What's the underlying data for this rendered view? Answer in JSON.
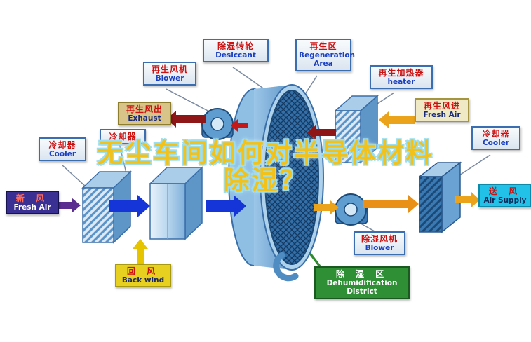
{
  "watermark": {
    "line1": "无尘车间如何对半导体材料",
    "line2": "除湿？"
  },
  "labels": {
    "desiccant": {
      "zh": "除湿转轮",
      "en": "Desiccant"
    },
    "regeneration_area": {
      "zh": "再生区",
      "en": "Regeneration Area"
    },
    "regen_blower": {
      "zh": "再生风机",
      "en": "Blower"
    },
    "regen_heater": {
      "zh": "再生加热器",
      "en": "heater"
    },
    "exhaust": {
      "zh": "再生风出",
      "en": "Exhaust"
    },
    "regen_fresh_air": {
      "zh": "再生风进",
      "en": "Fresh Air"
    },
    "cooler_left": {
      "zh": "冷却器",
      "en": "Cooler"
    },
    "cooler_mid": {
      "zh": "冷却器",
      "en": ""
    },
    "cooler_right": {
      "zh": "冷却器",
      "en": "Cooler"
    },
    "fresh_air": {
      "zh": "新 风",
      "en": "Fresh Air"
    },
    "back_wind": {
      "zh": "回 风",
      "en": "Back wind"
    },
    "air_supply": {
      "zh": "送 风",
      "en": "Air Supply"
    },
    "dehumid_blower": {
      "zh": "除湿风机",
      "en": "Blower"
    },
    "dehumid_district": {
      "zh": "除 湿 区",
      "en": "Dehumidification District"
    }
  },
  "colors": {
    "watermark_fill": "#f2c11a",
    "watermark_outline": "#9adef0",
    "process_arrow_blue": "#1535d8",
    "regen_arrow_dark_red": "#8e1616",
    "regen_arrow_red": "#c41818",
    "supply_arrow_orange": "#e89018",
    "inlet_arrow_orange": "#eaa31a",
    "return_arrow_yellow": "#e6c400",
    "fresh_arrow_purple": "#5b2d90",
    "dehumid_green": "#2e8b2e",
    "rotor_blue": "#356fa8"
  }
}
